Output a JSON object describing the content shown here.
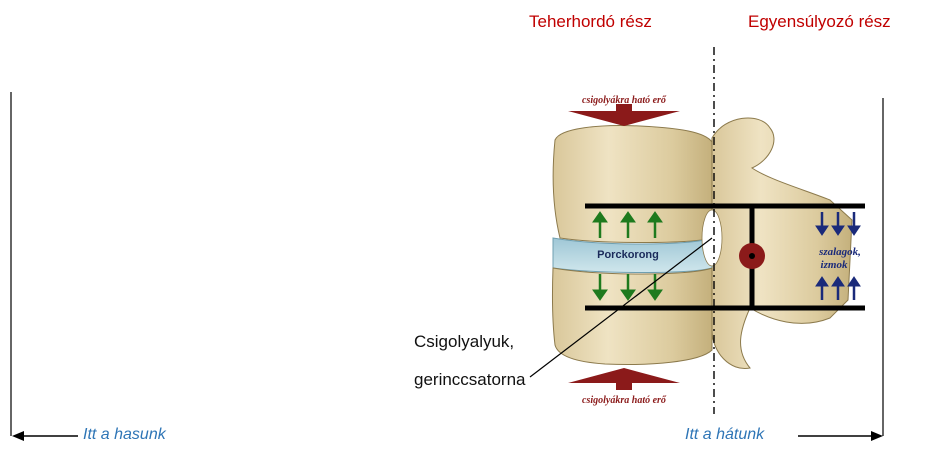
{
  "headers": {
    "load_bearing": "Teherhordó rész",
    "balancing": "Egyensúlyozó rész"
  },
  "figure": {
    "force_top": "csigolyákra ható erő",
    "force_bottom": "csigolyákra ható erő",
    "disc_label": "Porckorong",
    "ligaments_line1": "szalagok,",
    "ligaments_line2": "izmok"
  },
  "callout": {
    "line1": "Csigolyalyuk,",
    "line2": "gerinccsatorna"
  },
  "directions": {
    "belly": "Itt a hasunk",
    "back": "Itt a hátunk"
  },
  "colors": {
    "header_red": "#c00000",
    "direction_blue": "#2e75b6",
    "force_arrow": "#8b1a1a",
    "up_down_arrows": "#1e7a1e",
    "ligament_arrows": "#1a2a7a"
  }
}
